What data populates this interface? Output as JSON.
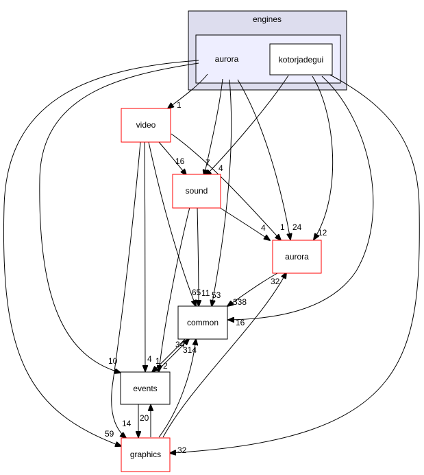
{
  "diagram": {
    "clusters": {
      "engines": {
        "label": "engines",
        "fill": "#ddddee",
        "stroke": "#000000"
      },
      "aurora_inner": {
        "label": "aurora",
        "fill": "#eeeeff",
        "stroke": "#000000"
      }
    },
    "nodes": {
      "kotorjadegui": "kotorjadegui",
      "video": "video",
      "sound": "sound",
      "aurora": "aurora",
      "common": "common",
      "events": "events",
      "graphics": "graphics"
    },
    "edge_labels": {
      "a_video": "1",
      "a_sound": "7",
      "k_sound": "4",
      "v_sound": "16",
      "v_aurora": "1",
      "a_aurora": "24",
      "s_aurora": "4",
      "k_aurora": "12",
      "au_common": "338",
      "k_common": "16",
      "v_common": "65",
      "s_common": "11",
      "a_common": "53",
      "g_aurora": "32",
      "ev_common": "34",
      "g_common": "314",
      "a_events": "10",
      "v_events": "4",
      "s_events": "1",
      "c_events": "2",
      "g_events": "20",
      "v_graphics": "14",
      "a_graphics": "59",
      "k_graphics": "32"
    },
    "colors": {
      "red_border": "#ff0000",
      "black_border": "#000000"
    }
  }
}
